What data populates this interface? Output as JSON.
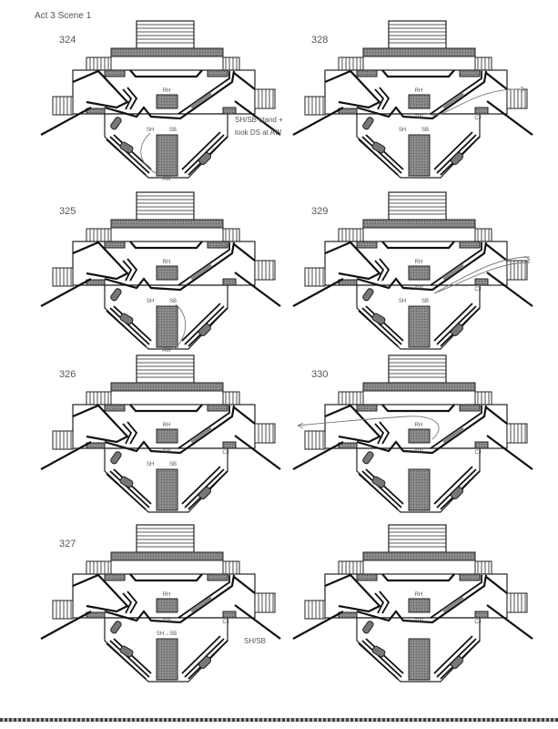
{
  "header": {
    "title": "Act 3 Scene 1"
  },
  "panels": [
    {
      "number": "324",
      "labels": {
        "rh": "RH",
        "sh": "SH",
        "sb": "SB",
        "aw_down": "AW"
      },
      "note": [
        "SH/SB stand +",
        "look DS at AW"
      ],
      "path": "sh-arc"
    },
    {
      "number": "328",
      "labels": {
        "rh": "RH",
        "aw": "AW",
        "sh": "SH",
        "sb": "SB",
        "cj": "CJ"
      },
      "path": "exit-right"
    },
    {
      "number": "325",
      "labels": {
        "rh": "RH",
        "sh": "SH",
        "sb": "SB",
        "aw_down": "AW"
      },
      "path": "sb-arc"
    },
    {
      "number": "329",
      "labels": {
        "rh": "RH",
        "aw": "AW",
        "sh": "SH",
        "sb": "SB",
        "cj": "CJ"
      },
      "path": "exit-right-2"
    },
    {
      "number": "326",
      "labels": {
        "rh": "RH",
        "aw": "AW",
        "sh": "SH",
        "sb": "SB",
        "cj": "CJ"
      }
    },
    {
      "number": "330",
      "labels": {
        "rh": "RH",
        "aw": "AW",
        "cj": "CJ"
      },
      "path": "exit-left"
    },
    {
      "number": "327",
      "labels": {
        "rh": "RH",
        "aw": "AW",
        "shsb": "SH→SB",
        "cj": "CJ"
      },
      "note": [
        "SH/SB"
      ]
    },
    {
      "labels": {
        "rh": "RH",
        "aw": "AW",
        "cj": "CJ"
      }
    }
  ]
}
